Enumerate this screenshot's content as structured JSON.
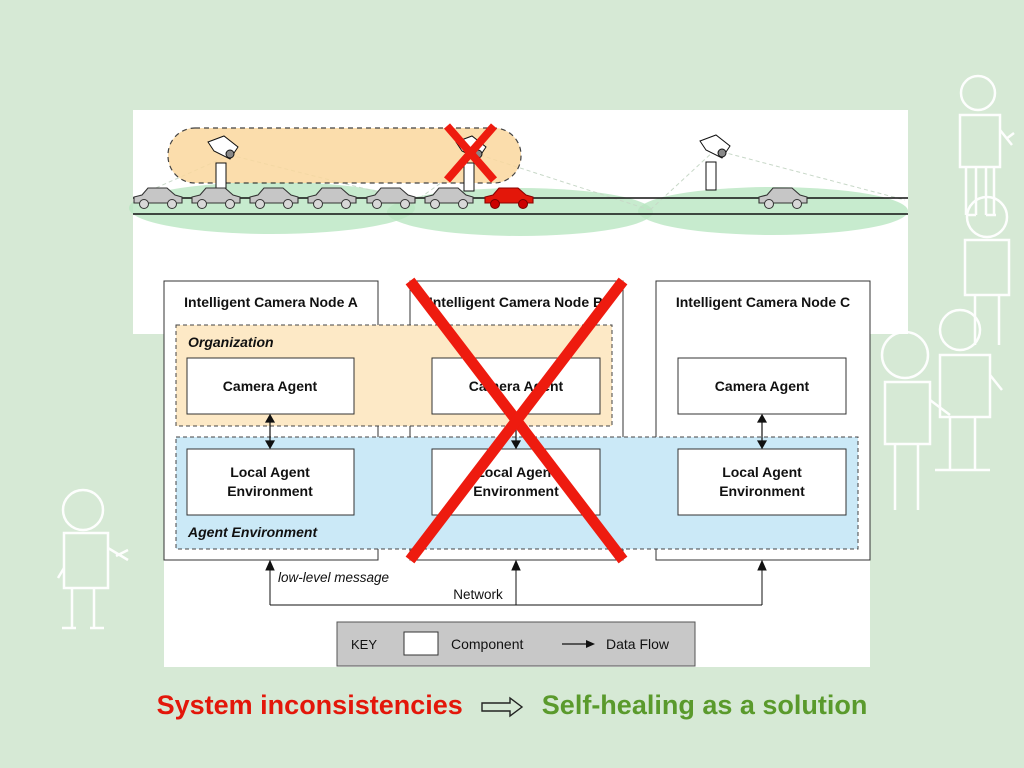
{
  "nodes": [
    {
      "title": "Intelligent Camera Node A",
      "camera_agent": "Camera Agent",
      "local_env_line1": "Local Agent",
      "local_env_line2": "Environment",
      "failed": false
    },
    {
      "title": "Intelligent Camera Node B",
      "camera_agent": "Camera Agent",
      "local_env_line1": "Local Agent",
      "local_env_line2": "Environment",
      "failed": true
    },
    {
      "title": "Intelligent Camera Node C",
      "camera_agent": "Camera Agent",
      "local_env_line1": "Local Agent",
      "local_env_line2": "Environment",
      "failed": false
    }
  ],
  "organization_label": "Organization",
  "agent_environment_label": "Agent Environment",
  "low_level_message_label": "low-level message",
  "network_label": "Network",
  "key": {
    "title": "KEY",
    "component": "Component",
    "data_flow": "Data Flow"
  },
  "caption": {
    "left": "System inconsistencies",
    "right": "Self-healing as a solution"
  },
  "colors": {
    "background": "#d6e9d5",
    "organization_fill": "#fde9c6",
    "agent_env_fill": "#cbe9f7",
    "failure_cross": "#ee1b0f",
    "caption_red": "#e3170a",
    "caption_green": "#5a9a2c",
    "highlight_car": "#e3170a",
    "coverage_zone": "#b9e6c2",
    "camera_group": "#fbd89e"
  }
}
